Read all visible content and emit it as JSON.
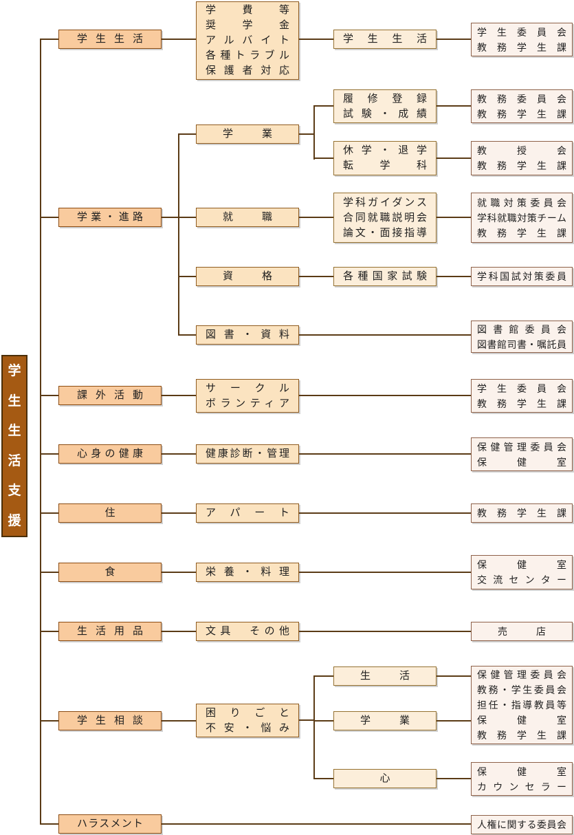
{
  "title_vertical": "学生生活支援",
  "colors": {
    "root_fill": "#a55a13",
    "root_border": "#4a2e08",
    "root_text": "#ffffff",
    "level1_fill": "#f9cb9e",
    "level1_border": "#8a4a10",
    "level2_fill": "#fbe3c0",
    "level2_border": "#8e5a1e",
    "level3_fill": "#fceeda",
    "level3_border": "#94702f",
    "level4_fill": "#fbf2ec",
    "level4_border": "#8d6048",
    "line": "#5a3a15",
    "text": "#1f1f1f"
  },
  "level1": [
    {
      "id": "l1-1",
      "lines": [
        "学生生活"
      ]
    },
    {
      "id": "l1-2",
      "lines": [
        "学業・進路"
      ]
    },
    {
      "id": "l1-3",
      "lines": [
        "課外活動"
      ]
    },
    {
      "id": "l1-4",
      "lines": [
        "心身の健康"
      ]
    },
    {
      "id": "l1-5",
      "lines": [
        "住"
      ]
    },
    {
      "id": "l1-6",
      "lines": [
        "食"
      ]
    },
    {
      "id": "l1-7",
      "lines": [
        "生活用品"
      ]
    },
    {
      "id": "l1-8",
      "lines": [
        "学生相談"
      ]
    },
    {
      "id": "l1-9",
      "lines": [
        "ハラスメント"
      ]
    }
  ],
  "level2": [
    {
      "id": "l2-1",
      "lines": [
        "学費等",
        "奨学金",
        "アルバイト",
        "各種トラブル",
        "保護者対応"
      ]
    },
    {
      "id": "l2-2",
      "lines": [
        "学業"
      ]
    },
    {
      "id": "l2-3",
      "lines": [
        "就職"
      ]
    },
    {
      "id": "l2-4",
      "lines": [
        "資格"
      ]
    },
    {
      "id": "l2-5",
      "lines": [
        "図書・資料"
      ]
    },
    {
      "id": "l2-6",
      "lines": [
        "サークル",
        "ボランティア"
      ]
    },
    {
      "id": "l2-7",
      "lines": [
        "健康診断・管理"
      ]
    },
    {
      "id": "l2-8",
      "lines": [
        "アパート"
      ]
    },
    {
      "id": "l2-9",
      "lines": [
        "栄養・料理"
      ]
    },
    {
      "id": "l2-10",
      "lines": [
        "文具　その他"
      ]
    },
    {
      "id": "l2-11",
      "lines": [
        "困りごと",
        "不安・悩み"
      ]
    }
  ],
  "level3": [
    {
      "id": "l3-1",
      "lines": [
        "学生生活"
      ]
    },
    {
      "id": "l3-2",
      "lines": [
        "履修登録",
        "試験・成績"
      ]
    },
    {
      "id": "l3-3",
      "lines": [
        "休学・退学",
        "転学科"
      ]
    },
    {
      "id": "l3-4",
      "lines": [
        "学科ガイダンス",
        "合同就職説明会",
        "論文・面接指導"
      ]
    },
    {
      "id": "l3-5",
      "lines": [
        "各種国家試験"
      ]
    },
    {
      "id": "l3-6",
      "lines": [
        "生活"
      ]
    },
    {
      "id": "l3-7",
      "lines": [
        "学業"
      ]
    },
    {
      "id": "l3-8",
      "lines": [
        "心"
      ]
    }
  ],
  "level4": [
    {
      "id": "l4-1",
      "lines": [
        "学生委員会",
        "教務学生課"
      ]
    },
    {
      "id": "l4-2",
      "lines": [
        "教務委員会",
        "教務学生課"
      ]
    },
    {
      "id": "l4-3",
      "lines": [
        "教授会",
        "教務学生課"
      ]
    },
    {
      "id": "l4-4",
      "lines": [
        "就職対策委員会",
        "学科就職対策チーム",
        "教務学生課"
      ]
    },
    {
      "id": "l4-5",
      "lines": [
        "学科国試対策委員"
      ]
    },
    {
      "id": "l4-6",
      "lines": [
        "図書館委員会",
        "図書館司書・嘱託員"
      ]
    },
    {
      "id": "l4-7",
      "lines": [
        "学生委員会",
        "教務学生課"
      ]
    },
    {
      "id": "l4-8",
      "lines": [
        "保健管理委員会",
        "保健室"
      ]
    },
    {
      "id": "l4-9",
      "lines": [
        "教務学生課"
      ]
    },
    {
      "id": "l4-10",
      "lines": [
        "保健室",
        "交流センター"
      ]
    },
    {
      "id": "l4-11",
      "lines": [
        "売店"
      ]
    },
    {
      "id": "l4-12",
      "lines": [
        "保健管理委員会",
        "教務・学生委員会",
        "担任・指導教員等",
        "保健室",
        "教務学生課"
      ]
    },
    {
      "id": "l4-13",
      "lines": [
        "保健室",
        "カウンセラー"
      ]
    },
    {
      "id": "l4-14",
      "lines": [
        "人権に関する委員会"
      ]
    }
  ],
  "edges": [
    [
      "root",
      "l1-1"
    ],
    [
      "root",
      "l1-2"
    ],
    [
      "root",
      "l1-3"
    ],
    [
      "root",
      "l1-4"
    ],
    [
      "root",
      "l1-5"
    ],
    [
      "root",
      "l1-6"
    ],
    [
      "root",
      "l1-7"
    ],
    [
      "root",
      "l1-8"
    ],
    [
      "root",
      "l1-9"
    ],
    [
      "l1-1",
      "l2-1"
    ],
    [
      "l2-1",
      "l3-1"
    ],
    [
      "l3-1",
      "l4-1"
    ],
    [
      "l1-2",
      "l2-2"
    ],
    [
      "l1-2",
      "l2-3"
    ],
    [
      "l1-2",
      "l2-4"
    ],
    [
      "l1-2",
      "l2-5"
    ],
    [
      "l2-2",
      "l3-2"
    ],
    [
      "l2-2",
      "l3-3"
    ],
    [
      "l3-2",
      "l4-2"
    ],
    [
      "l3-3",
      "l4-3"
    ],
    [
      "l2-3",
      "l3-4"
    ],
    [
      "l3-4",
      "l4-4"
    ],
    [
      "l2-4",
      "l3-5"
    ],
    [
      "l3-5",
      "l4-5"
    ],
    [
      "l2-5",
      "l4-6"
    ],
    [
      "l1-3",
      "l2-6"
    ],
    [
      "l2-6",
      "l4-7"
    ],
    [
      "l1-4",
      "l2-7"
    ],
    [
      "l2-7",
      "l4-8"
    ],
    [
      "l1-5",
      "l2-8"
    ],
    [
      "l2-8",
      "l4-9"
    ],
    [
      "l1-6",
      "l2-9"
    ],
    [
      "l2-9",
      "l4-10"
    ],
    [
      "l1-7",
      "l2-10"
    ],
    [
      "l2-10",
      "l4-11"
    ],
    [
      "l1-8",
      "l2-11"
    ],
    [
      "l2-11",
      "l3-6"
    ],
    [
      "l2-11",
      "l3-7"
    ],
    [
      "l2-11",
      "l3-8"
    ],
    [
      "l3-6",
      "l4-12"
    ],
    [
      "l3-7",
      "l4-12"
    ],
    [
      "l3-8",
      "l4-13"
    ],
    [
      "l1-9",
      "l4-14"
    ]
  ]
}
